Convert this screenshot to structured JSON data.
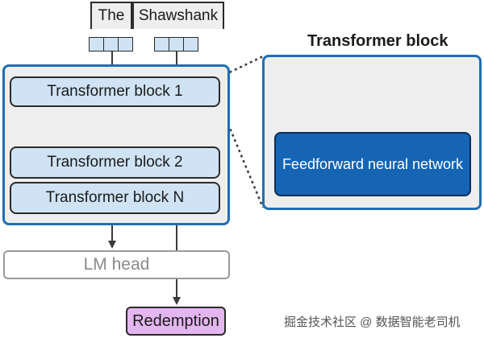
{
  "tokens": [
    "The",
    "Shawshank"
  ],
  "blocks": [
    "Transformer block 1",
    "Transformer block 2",
    "Transformer block N"
  ],
  "lm_head": "LM head",
  "output": "Redemption",
  "detail_panel": {
    "title": "Transformer block",
    "inner": "Feedforward neural network"
  },
  "watermark": "掘金技术社区 @ 数据智能老司机",
  "colors": {
    "block_fill": "#cfe3f4",
    "outer_border": "#1f6eb5",
    "ffn_fill": "#1565b4",
    "output_fill": "#e3b6ef",
    "panel_fill": "#eeeeee"
  }
}
